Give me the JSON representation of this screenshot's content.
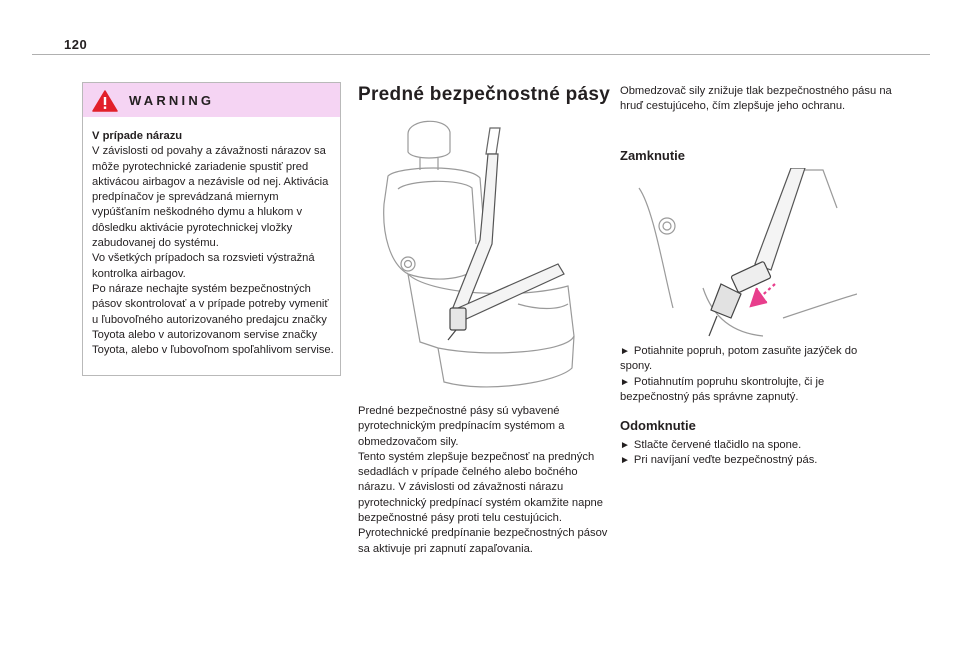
{
  "page": {
    "number": "120"
  },
  "warning": {
    "icon": "warning-triangle-icon",
    "title": "WARNING",
    "lead": "V prípade nárazu",
    "paragraphs": [
      "V závislosti od povahy a závažnosti nárazov sa môže pyrotechnické zariadenie spustiť pred aktivácou airbagov a nezávisle od nej. Aktivácia predpínačov je sprevádzaná miernym vypúšťaním neškodného dymu a hlukom v dôsledku aktivácie pyrotechnickej vložky zabudovanej do systému.",
      "Vo všetkých prípadoch sa rozsvieti výstražná kontrolka airbagov.",
      "Po náraze nechajte systém bezpečnostných pásov skontrolovať a v prípade potreby vymeniť u ľubovoľného autorizovaného predajcu značky Toyota alebo v autorizovanom servise značky Toyota, alebo v ľubovoľnom spoľahlivom servise."
    ]
  },
  "main": {
    "title": "Predné bezpečnostné pásy",
    "figure_icon": "seat-belt-illustration",
    "paragraphs": [
      "Predné bezpečnostné pásy sú vybavené pyrotechnickým predpínacím systémom a obmedzovačom sily.",
      "Tento systém zlepšuje bezpečnosť na predných sedadlách v prípade čelného alebo bočného nárazu. V závislosti od závažnosti nárazu pyrotechnický predpínací systém okamžite napne bezpečnostné pásy proti telu cestujúcich.",
      "Pyrotechnické predpínanie bezpečnostných pásov sa aktivuje pri zapnutí zapaľovania."
    ]
  },
  "right": {
    "intro": "Obmedzovač sily znižuje tlak bezpečnostného pásu na hruď cestujúceho, čím zlepšuje jeho ochranu.",
    "lock": {
      "title": "Zamknutie",
      "figure_icon": "buckle-illustration",
      "steps": [
        "Potiahnite popruh, potom zasuňte jazýček do spony.",
        "Potiahnutím popruhu skontrolujte, či je bezpečnostný pás správne zapnutý."
      ]
    },
    "unlock": {
      "title": "Odomknutie",
      "steps": [
        "Stlačte červené tlačidlo na spone.",
        "Pri navíjaní veďte bezpečnostný pás."
      ]
    },
    "bullet": "►",
    "accent_color": "#e83e8c"
  },
  "colors": {
    "warning_header": "#f5d4f3",
    "rule": "#b0b0b0",
    "text": "#231f20"
  }
}
